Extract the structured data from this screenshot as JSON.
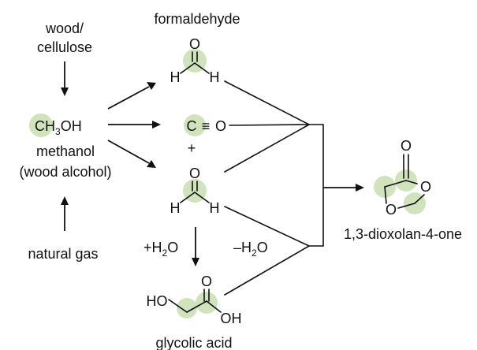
{
  "colors": {
    "highlight": "#c8deb0",
    "ink": "#111111",
    "background": "#ffffff"
  },
  "labels": {
    "wood_line1": "wood/",
    "wood_line2": "cellulose",
    "methanol_prefix": "CH",
    "methanol_sub": "3",
    "methanol_suffix": "OH",
    "methanol_name": "methanol",
    "wood_alcohol": "(wood alcohol)",
    "natural_gas": "natural gas",
    "formaldehyde": "formaldehyde",
    "plus": "+",
    "add_water_prefix": "+H",
    "add_water_sub": "2",
    "add_water_suffix": "O",
    "remove_water_prefix": "–H",
    "remove_water_sub": "2",
    "remove_water_suffix": "O",
    "glycolic_acid": "glycolic acid",
    "dioxolanone": "1,3-dioxolan-4-one"
  },
  "atoms": {
    "O": "O",
    "H": "H",
    "C": "C",
    "HO": "HO",
    "OH": "OH",
    "triple_bond": "≡"
  }
}
